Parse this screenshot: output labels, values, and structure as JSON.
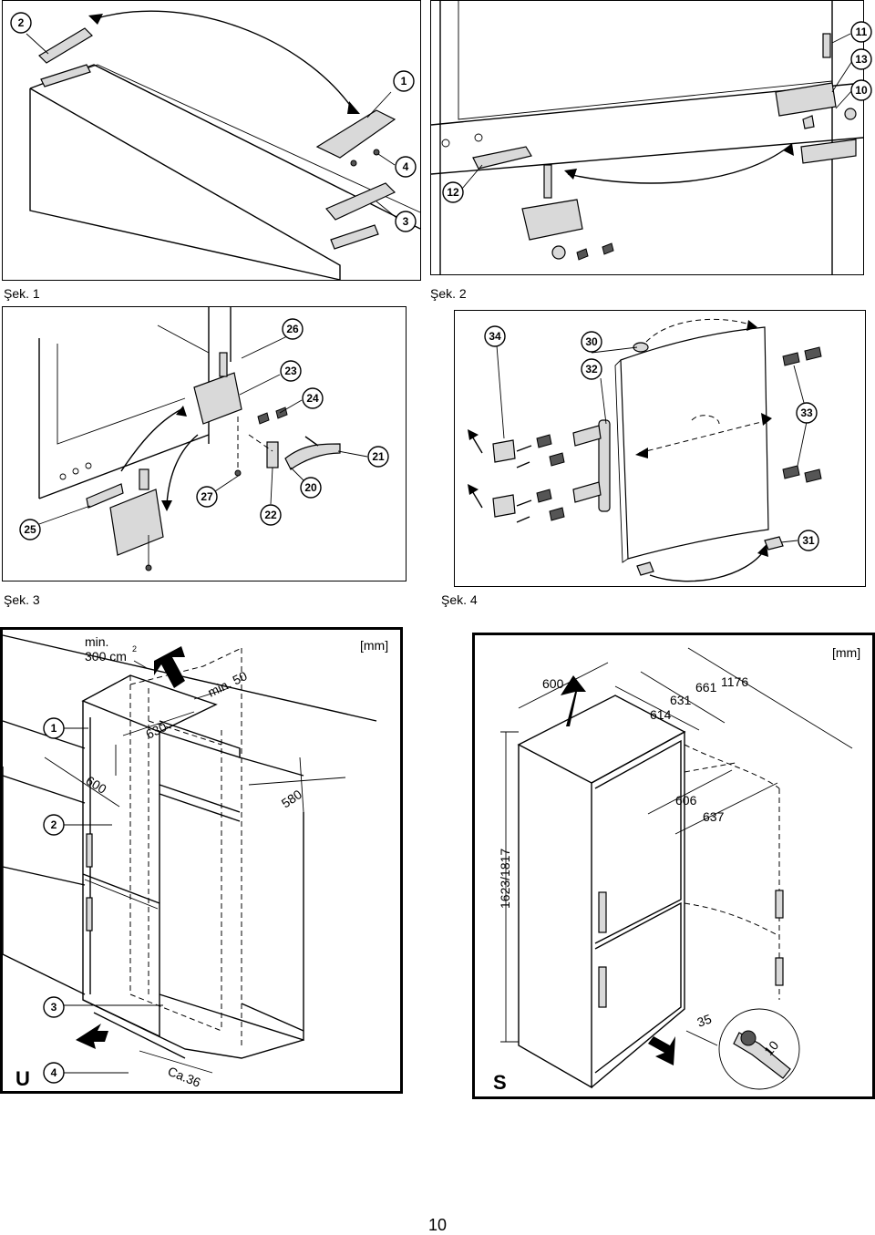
{
  "figures": [
    {
      "caption": "Şek. 1",
      "callouts": [
        "2",
        "1",
        "4",
        "3"
      ]
    },
    {
      "caption": "Şek. 2",
      "callouts": [
        "11",
        "13",
        "10",
        "12"
      ]
    },
    {
      "caption": "Şek. 3",
      "callouts": [
        "26",
        "23",
        "24",
        "21",
        "20",
        "22",
        "27",
        "25"
      ]
    },
    {
      "caption": "Şek. 4",
      "callouts": [
        "34",
        "30",
        "32",
        "33",
        "31"
      ]
    }
  ],
  "installation_u": {
    "unit_label": "[mm]",
    "variant": "U",
    "callouts": [
      "1",
      "2",
      "3",
      "4"
    ],
    "dims": {
      "vent_line1": "min.",
      "vent_line2": "300 cm",
      "vent_sup": "2",
      "gap": "min. 50",
      "depth": "630",
      "width": "600",
      "side": "580",
      "bottom": "Ca.36"
    }
  },
  "installation_s": {
    "unit_label": "[mm]",
    "variant": "S",
    "dims": {
      "width": "600",
      "d614": "614",
      "d631": "631",
      "d661": "661",
      "d1176": "1176",
      "d606": "606",
      "d637": "637",
      "height": "1623/1817",
      "foot": "35",
      "wrench": "10"
    }
  },
  "page_number": "10"
}
